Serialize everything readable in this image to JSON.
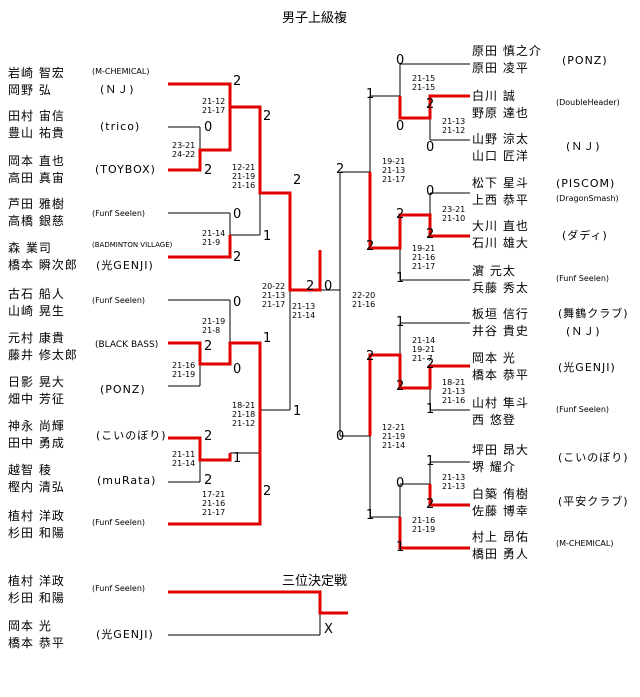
{
  "title": "男子上級複",
  "third_place_title": "三位決定戦",
  "left_pairs": [
    {
      "names": [
        "岩崎 智宏",
        "岡野 弘"
      ],
      "club": "M-CHEMICAL",
      "club2": "ＮＪ"
    },
    {
      "names": [
        "田村 宙信",
        "豊山 祐貴"
      ],
      "club": "trico"
    },
    {
      "names": [
        "岡本 直也",
        "高田 真宙"
      ],
      "club": "TOYBOX"
    },
    {
      "names": [
        "芦田 雅樹",
        "高橋 銀慈"
      ],
      "club": "Funf Seelen"
    },
    {
      "names": [
        "森 業司",
        "橋本 瞬次郎"
      ],
      "club": "BADMINTON VILLAGE",
      "club2": "光GENJI"
    },
    {
      "names": [
        "古石 船人",
        "山崎 晃生"
      ],
      "club": "Funf Seelen"
    },
    {
      "names": [
        "元村 康貴",
        "藤井 修太郎"
      ],
      "club": "BLACK BASS"
    },
    {
      "names": [
        "日影 晃大",
        "畑中 芳征"
      ],
      "club": "PONZ"
    },
    {
      "names": [
        "神永 尚輝",
        "田中 勇成"
      ],
      "club": "こいのぼり"
    },
    {
      "names": [
        "越智 稜",
        "樫内 清弘"
      ],
      "club": "muRata"
    },
    {
      "names": [
        "植村 洋政",
        "杉田 和陽"
      ],
      "club": "Funf Seelen"
    }
  ],
  "right_pairs": [
    {
      "names": [
        "原田 慎之介",
        "原田 凌平"
      ],
      "club": "PONZ"
    },
    {
      "names": [
        "白川 誠",
        "野原 達也"
      ],
      "club": "DoubleHeader"
    },
    {
      "names": [
        "山野 涼太",
        "山口 匠洋"
      ],
      "club": "ＮＪ"
    },
    {
      "names": [
        "松下 星斗",
        "上西 恭平"
      ],
      "club": "PISCOM",
      "club2": "DragonSmash"
    },
    {
      "names": [
        "大川 直也",
        "石川 雄大"
      ],
      "club": "ダディ"
    },
    {
      "names": [
        "濵 元太",
        "兵藤 秀太"
      ],
      "club": "Funf Seelen"
    },
    {
      "names": [
        "板垣 信行",
        "井谷 貴史"
      ],
      "club": "舞鶴クラブ",
      "club2": "ＮＪ"
    },
    {
      "names": [
        "岡本 光",
        "橋本 恭平"
      ],
      "club": "光GENJI"
    },
    {
      "names": [
        "山村 隼斗",
        "西 悠登"
      ],
      "club": "Funf Seelen"
    },
    {
      "names": [
        "坪田 昂大",
        "堺 耀介"
      ],
      "club": "こいのぼり"
    },
    {
      "names": [
        "白築 侑樹",
        "佐藤 博幸"
      ],
      "club": "平安クラブ"
    },
    {
      "names": [
        "村上 昂佑",
        "橋田 勇人"
      ],
      "club": "M-CHEMICAL"
    }
  ],
  "third_place": [
    {
      "names": [
        "植村 洋政",
        "杉田 和陽"
      ],
      "club": "Funf Seelen"
    },
    {
      "names": [
        "岡本 光",
        "橋本 恭平"
      ],
      "club": "光GENJI"
    }
  ],
  "scores": {
    "l_r1_a": "2",
    "l_r1_b": "0",
    "l_r1_c": "2",
    "l_r1_d": "0",
    "l_r1_e": "2",
    "l_r1_f": "0",
    "l_r1_g": "2",
    "l_r1_h": "0",
    "l_r1_i": "2",
    "l_r1_j": "1",
    "l_r1_k": "2",
    "l_r2_a": "2",
    "l_r2_b": "1",
    "l_r2_c": "1",
    "l_r2_d": "2",
    "l_r3_a": "2",
    "l_r3_b": "1",
    "final_l": "2",
    "final_r": "0",
    "r_r3_a": "2",
    "r_r3_b": "0",
    "r_r2_a": "1",
    "r_r2_b": "2",
    "r_r2_c": "2",
    "r_r2_d": "1",
    "r_r1_a": "0",
    "r_r1_b": "2",
    "r_r1_c": "0",
    "r_r1_d": "0",
    "r_r1_e": "2",
    "r_r1_f": "1",
    "r_r1_g": "1",
    "r_r1_h": "2",
    "r_r1_i": "1",
    "r_r1_j": "0",
    "r_r1_k": "2",
    "r_r1_l": "2",
    "r_r1_m": "1",
    "r_r1_n": "0",
    "r_r1_o": "1",
    "r_r1_p": "2",
    "third_x": "X"
  },
  "games": {
    "l1": [
      "21-12",
      "21-17"
    ],
    "l2": [
      "23-21",
      "24-22"
    ],
    "l3": [
      "12-21",
      "21-19",
      "21-16"
    ],
    "l4": [
      "21-14",
      "21-9"
    ],
    "l5": [
      "20-22",
      "21-13",
      "21-17"
    ],
    "l6": [
      "21-19",
      "21-8"
    ],
    "l7": [
      "21-16",
      "21-19"
    ],
    "l8": [
      "18-21",
      "21-18",
      "21-12"
    ],
    "l9": [
      "21-11",
      "21-14"
    ],
    "l10": [
      "17-21",
      "21-16",
      "21-17"
    ],
    "final": [
      "21-13",
      "21-14"
    ],
    "final2": [
      "22-20",
      "21-16"
    ],
    "r1": [
      "21-15",
      "21-15"
    ],
    "r2": [
      "21-13",
      "21-12"
    ],
    "r3": [
      "19-21",
      "21-13",
      "21-17"
    ],
    "r4": [
      "23-21",
      "21-10"
    ],
    "r5": [
      "19-21",
      "21-16",
      "21-17"
    ],
    "r6": [
      "21-14",
      "19-21",
      "21- 7"
    ],
    "r7": [
      "18-21",
      "21-13",
      "21-16"
    ],
    "r8": [
      "12-21",
      "21-19",
      "21-14"
    ],
    "r9": [
      "21-13",
      "21-13"
    ],
    "r10": [
      "21-16",
      "21-19"
    ]
  }
}
